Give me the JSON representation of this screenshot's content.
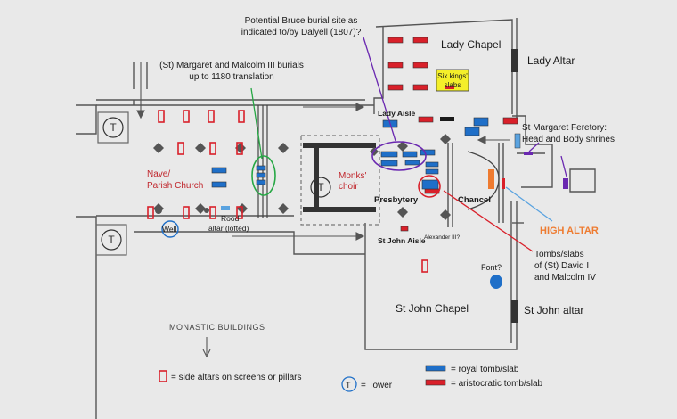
{
  "labels": {
    "potential_bruce_l1": "Potential Bruce burial site as",
    "potential_bruce_l2": "indicated to/by Dalyell (1807)?",
    "lady_chapel": "Lady Chapel",
    "lady_altar": "Lady Altar",
    "six_kings_l1": "Six kings'",
    "six_kings_l2": "slabs",
    "margaret_malcolm_l1": "(St) Margaret and Malcolm III burials",
    "margaret_malcolm_l2": "up to 1180 translation",
    "lady_aisle": "Lady Aisle",
    "feretory_l1": "St Margaret Feretory:",
    "feretory_l2": "Head and Body shrines",
    "nave_l1": "Nave/",
    "nave_l2": "Parish Church",
    "monks_choir_l1": "Monks'",
    "monks_choir_l2": "choir",
    "presbytery": "Presbytery",
    "chancel": "Chancel",
    "high_altar": "HIGH ALTAR",
    "well": "Well",
    "rood_l1": "Rood",
    "rood_l2": "altar (lofted)",
    "st_john_aisle": "St John Aisle",
    "alexander": "Alexander III?",
    "tombs_david_l1": "Tombs/slabs",
    "tombs_david_l2": "of (St) David I",
    "tombs_david_l3": "and Malcolm IV",
    "font": "Font?",
    "st_john_chapel": "St John Chapel",
    "st_john_altar": "St John altar",
    "monastic_buildings": "MONASTIC BUILDINGS",
    "tower_symbol": "T"
  },
  "legend": {
    "side_altars": "= side altars on screens or pillars",
    "tower": "= Tower",
    "royal": "= royal tomb/slab",
    "aristocratic": "= aristocratic tomb/slab"
  },
  "colors": {
    "royal": "#1f6fc8",
    "aristocratic": "#d9202a",
    "purple": "#6a28b0",
    "green": "#27a845",
    "orange": "#ee7b30",
    "light_blue": "#5aa3e0",
    "yellow": "#f4ef2a"
  }
}
